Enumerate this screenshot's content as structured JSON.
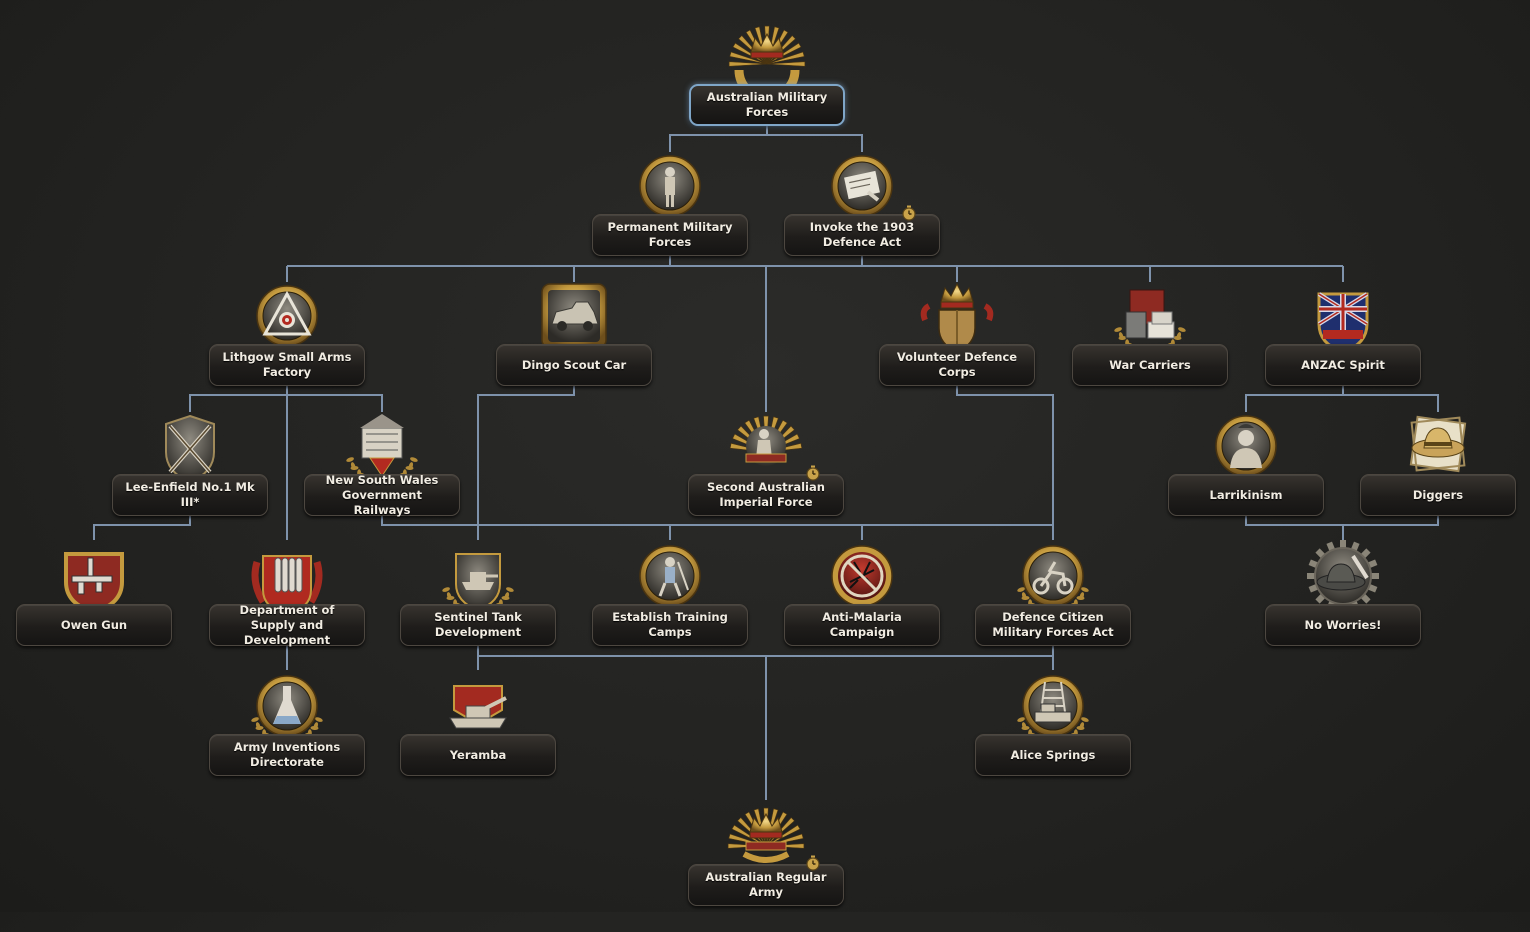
{
  "colors": {
    "line": "#7e92ab",
    "gold": "#c9a34a",
    "label_text": "#f1ece2"
  },
  "focuses": [
    {
      "id": "amf",
      "title": "Australian Military Forces",
      "icon": "rising-sun-badge-icon",
      "selected": true,
      "timer": false
    },
    {
      "id": "pmf",
      "title": "Permanent Military Forces",
      "icon": "soldier-badge-icon",
      "selected": false,
      "timer": false
    },
    {
      "id": "act",
      "title": "Invoke the 1903 Defence Act",
      "icon": "document-signing-icon",
      "selected": false,
      "timer": true
    },
    {
      "id": "lith",
      "title": "Lithgow Small Arms Factory",
      "icon": "triangle-target-icon",
      "selected": false,
      "timer": false
    },
    {
      "id": "dingo",
      "title": "Dingo Scout Car",
      "icon": "armored-car-icon",
      "selected": false,
      "timer": false
    },
    {
      "id": "vdc",
      "title": "Volunteer Defence Corps",
      "icon": "crowned-shield-icon",
      "selected": false,
      "timer": false
    },
    {
      "id": "war",
      "title": "War Carriers",
      "icon": "supply-crates-icon",
      "selected": false,
      "timer": false
    },
    {
      "id": "anzac",
      "title": "ANZAC Spirit",
      "icon": "anzac-flag-shield-icon",
      "selected": false,
      "timer": false
    },
    {
      "id": "lee",
      "title": "Lee-Enfield No.1 Mk III*",
      "icon": "crossed-rifles-icon",
      "selected": false,
      "timer": false
    },
    {
      "id": "nsw",
      "title": "New South Wales Government Railways",
      "icon": "railway-building-icon",
      "selected": false,
      "timer": false
    },
    {
      "id": "aif",
      "title": "Second Australian Imperial Force",
      "icon": "aif-soldier-icon",
      "selected": false,
      "timer": true
    },
    {
      "id": "larr",
      "title": "Larrikinism",
      "icon": "larrikin-portrait-icon",
      "selected": false,
      "timer": false
    },
    {
      "id": "dig",
      "title": "Diggers",
      "icon": "slouch-hat-icon",
      "selected": false,
      "timer": false
    },
    {
      "id": "owen",
      "title": "Owen Gun",
      "icon": "submachine-gun-icon",
      "selected": false,
      "timer": false
    },
    {
      "id": "dsd",
      "title": "Department of Supply and Development",
      "icon": "artillery-shells-icon",
      "selected": false,
      "timer": false
    },
    {
      "id": "sent",
      "title": "Sentinel Tank Development",
      "icon": "tank-badge-icon",
      "selected": false,
      "timer": false
    },
    {
      "id": "train",
      "title": "Establish Training Camps",
      "icon": "training-soldier-icon",
      "selected": false,
      "timer": false
    },
    {
      "id": "mal",
      "title": "Anti-Malaria Campaign",
      "icon": "no-mosquito-icon",
      "selected": false,
      "timer": false
    },
    {
      "id": "dcm",
      "title": "Defence Citizen Military Forces Act",
      "icon": "motorcycle-badge-icon",
      "selected": false,
      "timer": false
    },
    {
      "id": "noworries",
      "title": "No Worries!",
      "icon": "hat-and-knife-icon",
      "selected": false,
      "timer": false
    },
    {
      "id": "aid",
      "title": "Army Inventions Directorate",
      "icon": "flask-icon",
      "selected": false,
      "timer": false
    },
    {
      "id": "yer",
      "title": "Yeramba",
      "icon": "self-propelled-gun-icon",
      "selected": false,
      "timer": false
    },
    {
      "id": "alice",
      "title": "Alice Springs",
      "icon": "bulldozer-road-icon",
      "selected": false,
      "timer": false
    },
    {
      "id": "ara",
      "title": "Australian Regular Army",
      "icon": "army-crown-badge-icon",
      "selected": false,
      "timer": true
    }
  ]
}
